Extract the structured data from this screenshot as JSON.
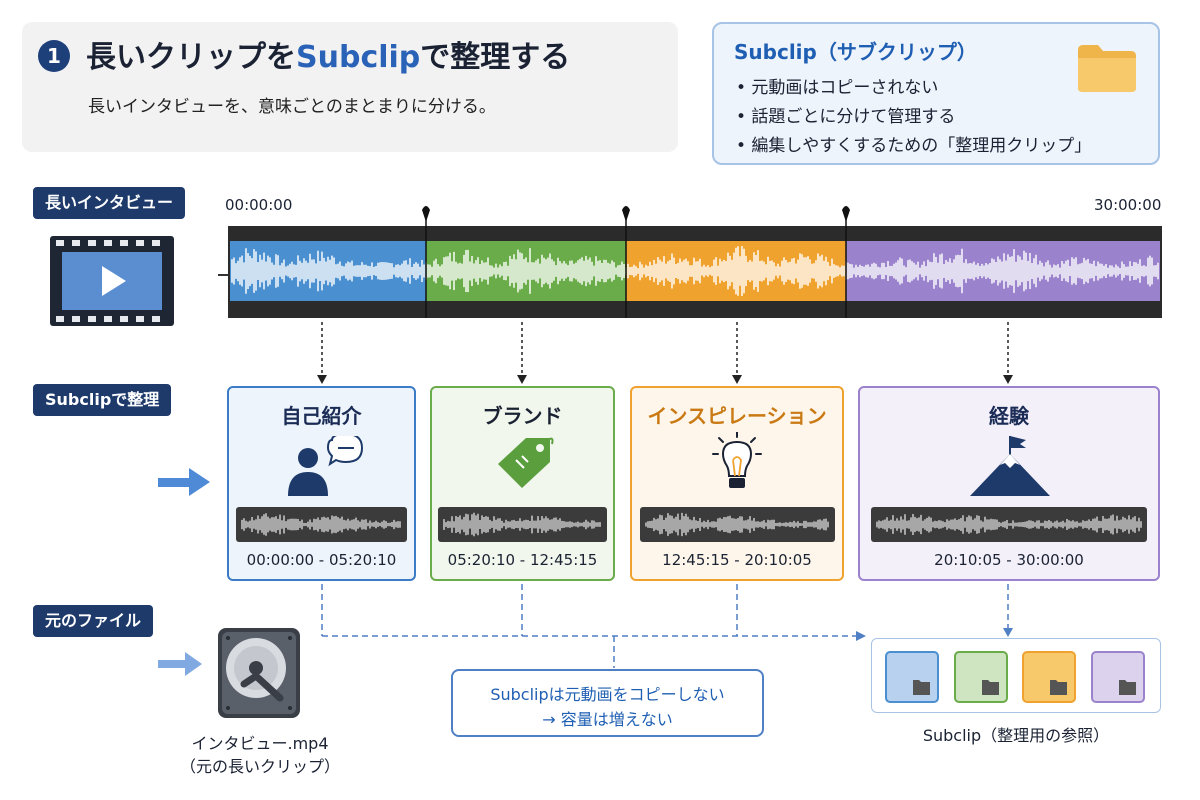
{
  "header": {
    "step_number": "1",
    "title_prefix": "長いクリップを",
    "title_highlight": "Subclip",
    "title_suffix": "で整理する",
    "subtitle": "長いインタビューを、意味ごとのまとまりに分ける。"
  },
  "info_box": {
    "title": "Subclip（サブクリップ）",
    "bullets": [
      "• 元動画はコピーされない",
      "• 話題ごとに分けて管理する",
      "• 編集しやすくするための「整理用クリップ」"
    ],
    "icon": "folder-icon"
  },
  "timeline": {
    "section_label": "長いインタビュー",
    "start_time": "00:00:00",
    "end_time": "30:00:00",
    "colors": [
      "#4a8fd0",
      "#6aab4a",
      "#f0a22e",
      "#9a82cc"
    ]
  },
  "subclips": {
    "section_label": "Subclipで整理",
    "items": [
      {
        "title": "自己紹介",
        "range": "00:00:00 - 05:20:10",
        "icon": "speaker-icon",
        "color": "#3c7bc5",
        "bg": "#eef4fb"
      },
      {
        "title": "ブランド",
        "range": "05:20:10 - 12:45:15",
        "icon": "tag-icon",
        "color": "#6aab4a",
        "bg": "#f1f7ec"
      },
      {
        "title": "インスピレーション",
        "range": "12:45:15 - 20:10:05",
        "icon": "lightbulb-icon",
        "color": "#f0a22e",
        "bg": "#fef6ea"
      },
      {
        "title": "経験",
        "range": "20:10:05 - 30:00:00",
        "icon": "mountain-flag-icon",
        "color": "#9a82cc",
        "bg": "#f4f0fa"
      }
    ]
  },
  "source": {
    "section_label": "元のファイル",
    "file_name": "インタビュー.mp4",
    "file_desc": "（元の長いクリップ）",
    "icon": "hard-drive-icon"
  },
  "note": {
    "line1": "Subclipは元動画をコピーしない",
    "line2": "→ 容量は増えない"
  },
  "subclip_reference": {
    "caption": "Subclip（整理用の参照）",
    "folder_colors": [
      "#4a8fd0",
      "#6aab4a",
      "#f0a22e",
      "#9a82cc"
    ]
  }
}
